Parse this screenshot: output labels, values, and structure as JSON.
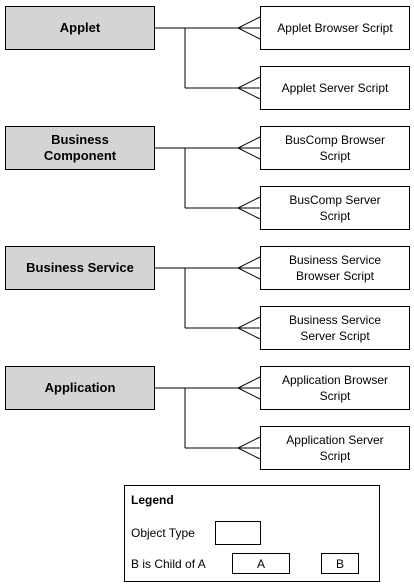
{
  "groups": [
    {
      "parent": {
        "line1": "Applet",
        "line2": ""
      },
      "children": [
        {
          "line1": "Applet Browser Script",
          "line2": ""
        },
        {
          "line1": "Applet Server Script",
          "line2": ""
        }
      ]
    },
    {
      "parent": {
        "line1": "Business",
        "line2": "Component"
      },
      "children": [
        {
          "line1": "BusComp Browser",
          "line2": "Script"
        },
        {
          "line1": "BusComp Server",
          "line2": "Script"
        }
      ]
    },
    {
      "parent": {
        "line1": "Business Service",
        "line2": ""
      },
      "children": [
        {
          "line1": "Business Service",
          "line2": "Browser Script"
        },
        {
          "line1": "Business Service",
          "line2": "Server Script"
        }
      ]
    },
    {
      "parent": {
        "line1": "Application",
        "line2": ""
      },
      "children": [
        {
          "line1": "Application Browser",
          "line2": "Script"
        },
        {
          "line1": "Application Server",
          "line2": "Script"
        }
      ]
    }
  ],
  "legend": {
    "title": "Legend",
    "object_type_label": "Object Type",
    "child_label": "B is Child of A",
    "box_a": "A",
    "box_b": "B"
  }
}
